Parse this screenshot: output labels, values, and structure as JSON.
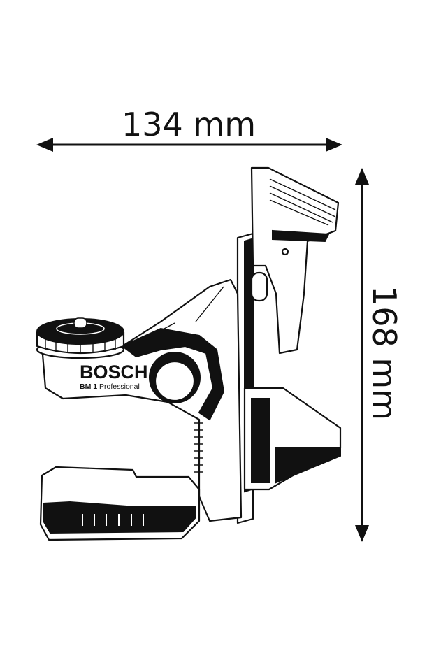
{
  "dimensions": {
    "width_label": "134 mm",
    "height_label": "168 mm"
  },
  "product": {
    "brand": "BOSCH",
    "model_bold": "BM 1",
    "model_suffix": "Professional"
  },
  "colors": {
    "line": "#111111",
    "background": "#ffffff"
  }
}
